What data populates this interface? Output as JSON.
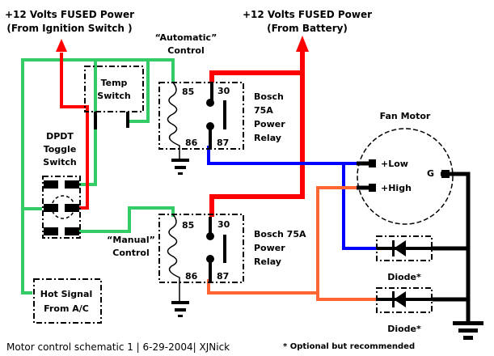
{
  "title": "Motor control schematic 1 | 6-29-2004| XJNick",
  "footnote": "* Optional but recommended",
  "colors": {
    "ignition_power": "#ff0000",
    "battery_power": "#ff0000",
    "control_signal": "#33cc66",
    "low_speed": "#0000ff",
    "high_speed": "#ff6633",
    "ground": "#000000"
  },
  "power_sources": {
    "ignition": {
      "line1": "+12 Volts FUSED Power",
      "line2": "(From Ignition Switch )"
    },
    "battery": {
      "line1": "+12 Volts FUSED Power",
      "line2": "(From Battery)"
    }
  },
  "components": {
    "temp_switch": {
      "line1": "Temp",
      "line2": "Switch"
    },
    "dpdt_switch": {
      "line1": "DPDT",
      "line2": "Toggle",
      "line3": "Switch"
    },
    "hot_signal": {
      "line1": "Hot Signal",
      "line2": "From A/C"
    },
    "automatic_control": {
      "line1": "“Automatic”",
      "line2": "Control"
    },
    "manual_control": {
      "line1": "“Manual”",
      "line2": "Control"
    },
    "relay_top": {
      "line1": "Bosch",
      "line2": "75A",
      "line3": "Power",
      "line4": "Relay",
      "pins": {
        "p85": "85",
        "p86": "86",
        "p30": "30",
        "p87": "87"
      }
    },
    "relay_bottom": {
      "line1": "Bosch 75A",
      "line2": "Power",
      "line3": "Relay",
      "pins": {
        "p85": "85",
        "p86": "86",
        "p30": "30",
        "p87": "87"
      }
    },
    "fan_motor": {
      "title": "Fan Motor",
      "low": "+Low",
      "high": "+High",
      "ground": "G"
    },
    "diode_top": {
      "label": "Diode*"
    },
    "diode_bottom": {
      "label": "Diode*"
    }
  }
}
